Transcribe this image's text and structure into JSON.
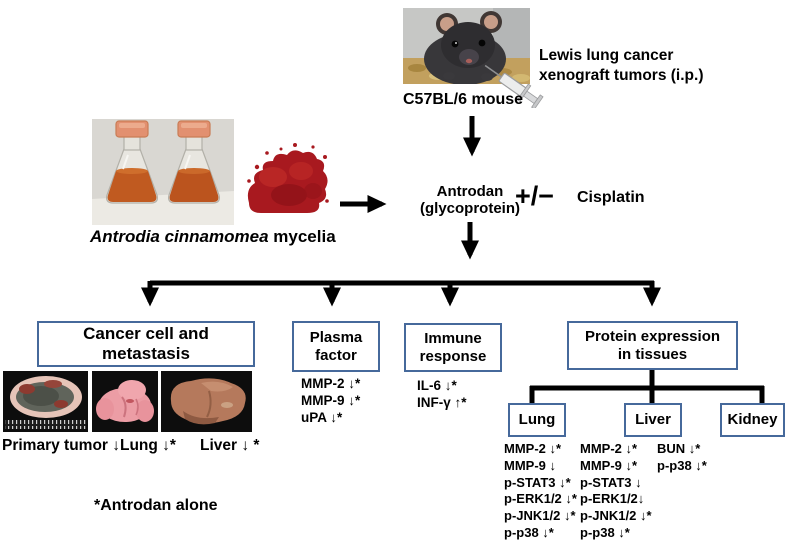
{
  "colors": {
    "box_border": "#46699b",
    "arrow": "#000000",
    "flask_liquid": "#c05a20",
    "cap": "#e29070",
    "powder_red": "#a8191f"
  },
  "top": {
    "mouse_label": "C57BL/6 mouse",
    "xenograft_line1": "Lewis lung cancer",
    "xenograft_line2": "xenograft tumors (i.p.)"
  },
  "source": {
    "species": "Antrodia cinnamomea",
    "rest": " mycelia"
  },
  "treatment": {
    "name_line1": "Antrodan",
    "name_line2": "(glycoprotein)",
    "plus_minus": "+/−",
    "cisplatin": "Cisplatin"
  },
  "branches": {
    "cancer": {
      "label": "Cancer cell and metastasis",
      "photo_labels": [
        "Primary tumor ↓",
        "Lung ↓*",
        "Liver ↓ *"
      ]
    },
    "plasma": {
      "label_line1": "Plasma",
      "label_line2": "factor",
      "items": [
        "MMP-2 ↓*",
        "MMP-9 ↓*",
        "uPA ↓*"
      ]
    },
    "immune": {
      "label_line1": "Immune",
      "label_line2": "response",
      "items": [
        "IL-6 ↓*",
        "INF-γ ↑*"
      ]
    },
    "protein": {
      "label_line1": "Protein expression",
      "label_line2": "in tissues",
      "tissues": [
        {
          "name": "Lung",
          "items": [
            "MMP-2 ↓*",
            "MMP-9 ↓",
            "p-STAT3 ↓*",
            "p-ERK1/2 ↓*",
            "p-JNK1/2 ↓*",
            "p-p38 ↓*"
          ]
        },
        {
          "name": "Liver",
          "items": [
            "MMP-2 ↓*",
            "MMP-9 ↓*",
            "p-STAT3 ↓",
            "p-ERK1/2↓",
            "p-JNK1/2 ↓*",
            "p-p38 ↓*"
          ]
        },
        {
          "name": "Kidney",
          "items": [
            "BUN ↓*",
            "p-p38 ↓*"
          ]
        }
      ]
    }
  },
  "footnote": "*Antrodan alone"
}
